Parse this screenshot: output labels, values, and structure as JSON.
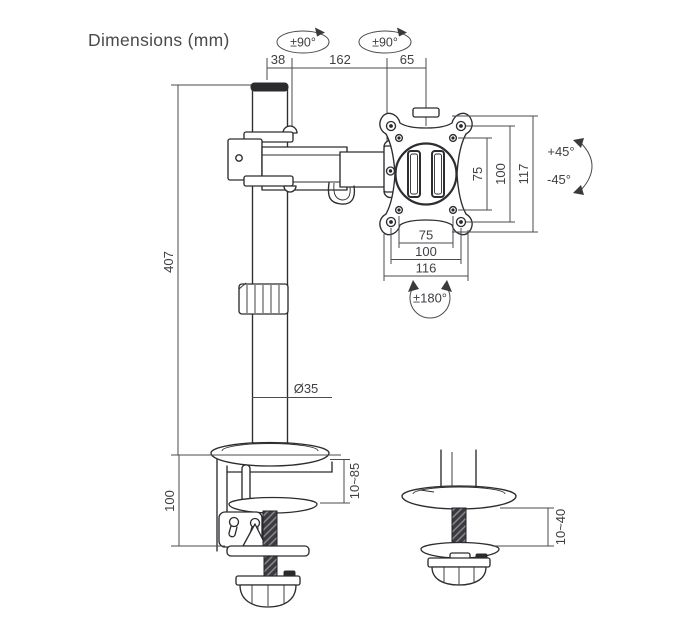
{
  "title": "Dimensions (mm)",
  "colors": {
    "line": "#2d2d31",
    "dimension": "#4b4b50",
    "text": "#3f3f44",
    "background": "#ffffff"
  },
  "diagram": {
    "type": "technical-dimension-drawing",
    "subject": "single monitor desk mount arm",
    "units": "mm"
  },
  "labels": {
    "swivel_left": "±90°",
    "swivel_right": "±90°",
    "top_offset": "38",
    "arm_length": "162",
    "head_offset": "65",
    "pole_height": "407",
    "pole_diameter": "Ø35",
    "vesa_vertical_75": "75",
    "vesa_vertical_100": "100",
    "plate_height": "117",
    "tilt_up": "+45°",
    "tilt_down": "-45°",
    "vesa_horizontal_75": "75",
    "vesa_horizontal_100": "100",
    "plate_width": "116",
    "rotation": "±180°",
    "clamp_height": "100",
    "clamp_range": "10~85",
    "grommet_range": "10~40"
  }
}
